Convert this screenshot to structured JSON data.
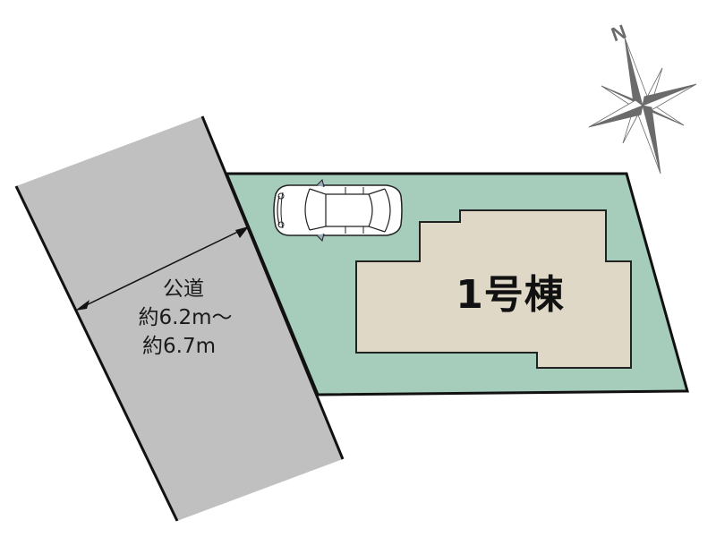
{
  "plan": {
    "type": "site-plan",
    "colors": {
      "road_fill": "#c0c0c0",
      "lot_fill": "#a6cdbb",
      "building_fill": "#e0d8c6",
      "outline": "#111111",
      "compass": "#6b6b6b",
      "car_fill": "#ffffff"
    }
  },
  "road": {
    "name": "公道",
    "width_line1": "約6.2m～",
    "width_line2": "約6.7m"
  },
  "building": {
    "label": "1号棟"
  },
  "compass": {
    "direction_label": "N",
    "icon": "compass-rose-icon"
  },
  "car": {
    "icon": "car-top-view-icon"
  }
}
